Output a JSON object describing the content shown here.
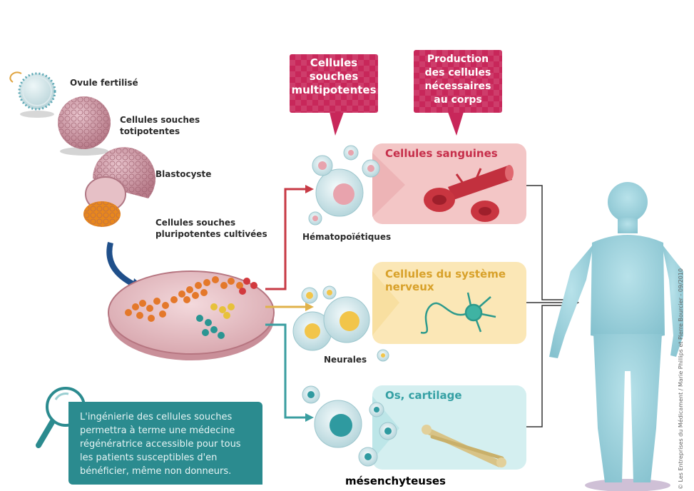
{
  "stages": {
    "ovule": "Ovule fertilisé",
    "totipotent": [
      "Cellules souches",
      "totipotentes"
    ],
    "blastocyst": "Blastocyste",
    "pluripotent": [
      "Cellules souches",
      "pluripotentes cultivées"
    ]
  },
  "callouts": {
    "multipotent": [
      "Cellules",
      "souches",
      "multipotentes"
    ],
    "production": [
      "Production",
      "des cellules",
      "nécessaires",
      "au corps"
    ]
  },
  "branches": {
    "blood": {
      "title": "Cellules sanguines",
      "cell_label": "Hématopoïétiques",
      "color": "#d04654"
    },
    "nervous": {
      "title": [
        "Cellules du système",
        "nerveux"
      ],
      "cell_label": "Neurales",
      "color": "#d9a431"
    },
    "bone": {
      "title": "Os, cartilage",
      "cell_label": "mésenchyteuses",
      "color": "#3a9ea0"
    }
  },
  "info_text": [
    "L'ingénierie des cellules souches",
    "permettra à terme une médecine",
    "régénératrice accessible pour tous",
    "les patients susceptibles d'en",
    "bénéficier, même non donneurs."
  ],
  "credit": "© Les Entreprises du Médicament / Marie Phillips et Pierre Bourcier - 09/2010",
  "colors": {
    "magenta": "#c8275a",
    "teal": "#2b8b8f",
    "body": "#9ed3dc"
  },
  "icons": [
    "magnifier-icon",
    "human-body-icon",
    "blood-vessel-icon",
    "neuron-icon",
    "bone-icon"
  ]
}
